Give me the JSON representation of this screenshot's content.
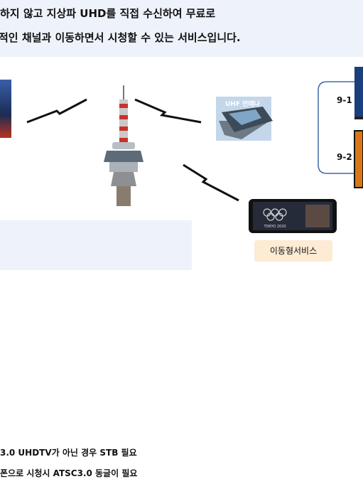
{
  "banner": {
    "line1": "하지 않고 지상파 UHD를 직접 수신하여 무료로",
    "line2": "적인 채널과 이동하면서 시청할 수 있는 서비스입니다."
  },
  "antenna": {
    "label": "UHF 안테나"
  },
  "channels": [
    "9-1",
    "9-2"
  ],
  "mobile": {
    "screen_text": "TOKYO 2020",
    "label": "이동형서비스"
  },
  "notes": [
    "3.0 UHDTV가 아닌 경우 STB 필요",
    "폰으로 시청시  ATSC3.0 동글이 필요"
  ]
}
